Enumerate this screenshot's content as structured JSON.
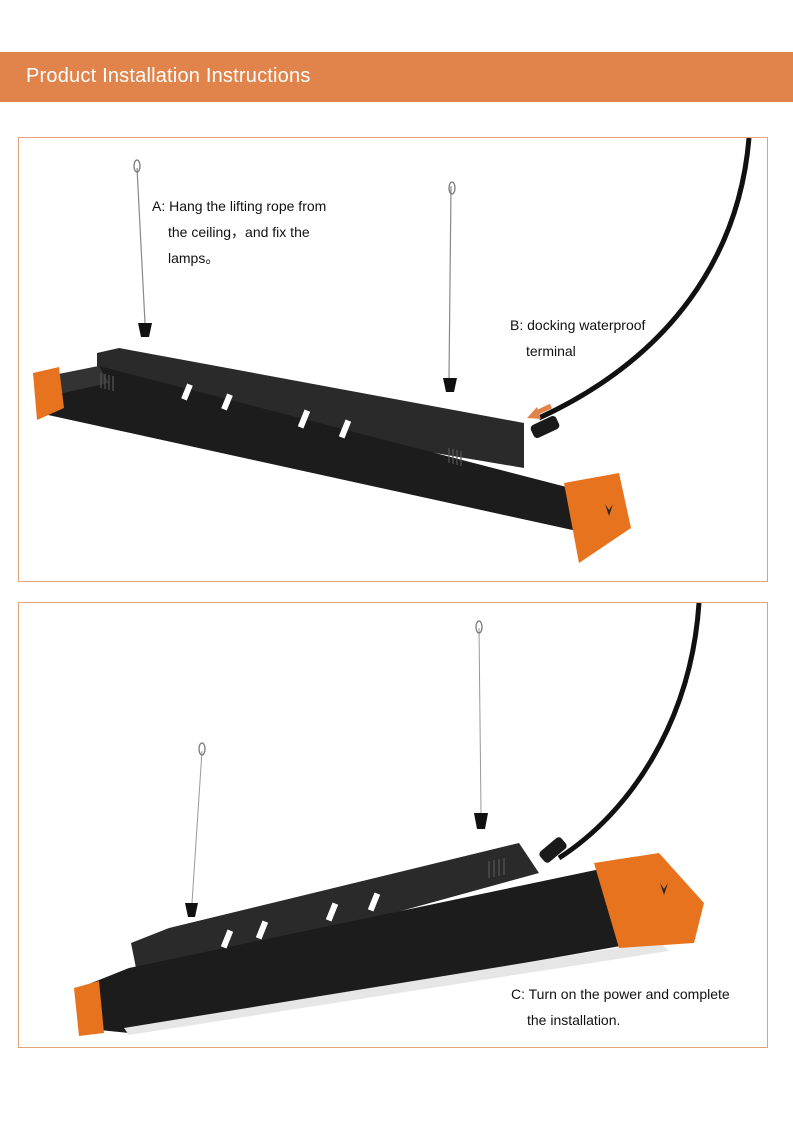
{
  "header": {
    "title": "Product Installation Instructions"
  },
  "colors": {
    "accent": "#e0844c",
    "lamp_body": "#1e1e1e",
    "lamp_cap": "#e8731f"
  },
  "steps": [
    {
      "lines": [
        "A: Hang the lifting rope from",
        "the ceiling，and fix the",
        "lamps。"
      ]
    },
    {
      "lines": [
        "B: docking waterproof",
        "terminal"
      ]
    },
    {
      "lines": [
        "C: Turn on the power and complete",
        "the installation."
      ]
    }
  ]
}
